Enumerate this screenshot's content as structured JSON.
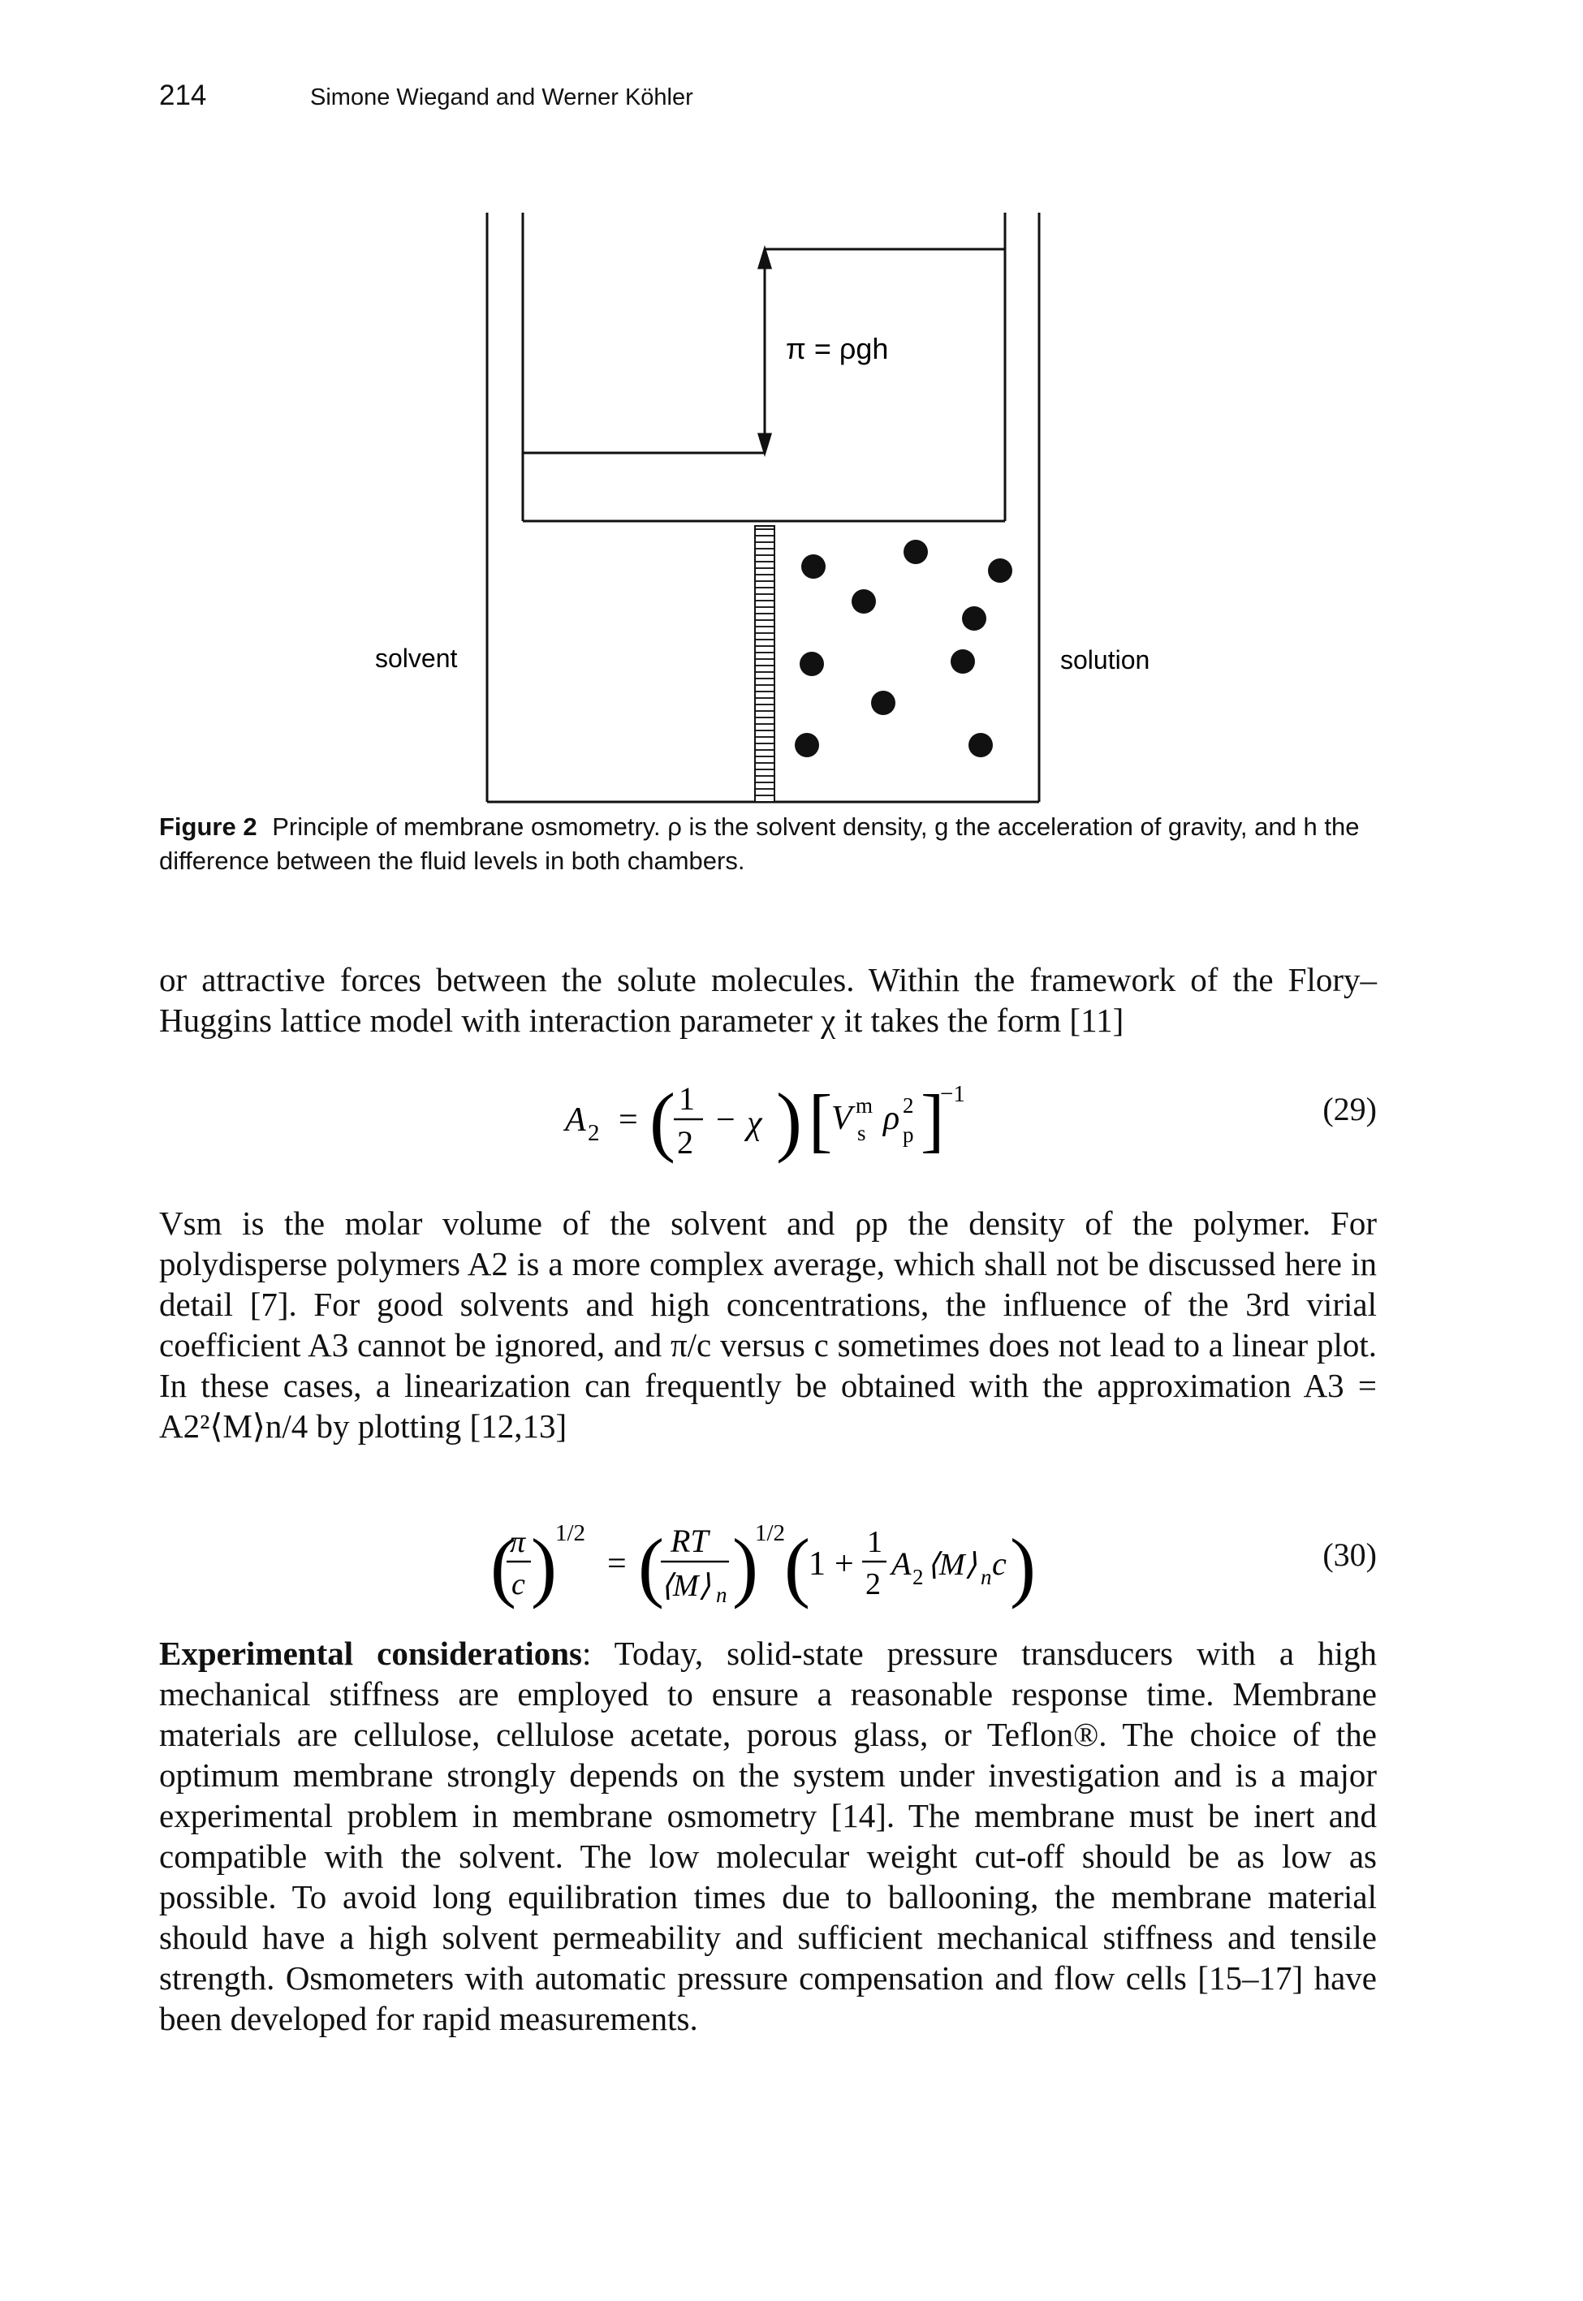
{
  "header": {
    "page_number": "214",
    "running_head": "Simone Wiegand and Werner Köhler"
  },
  "figure": {
    "pressure_label": "π = ρgh",
    "solvent_label": "solvent",
    "solution_label": "solution",
    "caption_label": "Figure 2",
    "caption_text": "Principle of membrane osmometry. ρ is the solvent density, g the acceleration of gravity, and h the difference between the fluid levels in both chambers."
  },
  "paragraphs": {
    "p1": "or attractive forces between the solute molecules. Within the framework of the Flory–Huggins lattice model with interaction parameter χ it takes the form [11]",
    "p2": "Vsm is the molar volume of the solvent and ρp the density of the polymer. For polydisperse polymers A2 is a more complex average, which shall not be discussed here in detail [7]. For good solvents and high concentrations, the influence of the 3rd virial coefficient A3 cannot be ignored, and π/c versus c sometimes does not lead to a linear plot. In these cases, a linearization can frequently be obtained with the approximation A3 = A2²⟨M⟩n/4 by plotting [12,13]",
    "p3_lead": "Experimental considerations",
    "p3_text": ": Today, solid-state pressure transducers with a high mechanical stiffness are employed to ensure a reasonable response time. Membrane materials are cellulose, cellulose acetate, porous glass, or Teflon®. The choice of the optimum membrane strongly depends on the system under investigation and is a major experimental problem in membrane osmometry [14]. The membrane must be inert and compatible with the solvent. The low molecular weight cut-off should be as low as possible. To avoid long equilibration times due to ballooning, the membrane material should have a high solvent permeability and sufficient mechanical stiffness and tensile strength. Osmometers with automatic pressure compensation and flow cells [15–17] have been developed for rapid measurements."
  },
  "equations": {
    "eq29": {
      "number": "(29)",
      "A": "A",
      "sub2": "2",
      "equals": "=",
      "one": "1",
      "two": "2",
      "minus": "−",
      "chi": "χ",
      "V": "V",
      "m": "m",
      "s": "s",
      "rho": "ρ",
      "sq": "2",
      "p": "p",
      "exp": "−1"
    },
    "eq30": {
      "number": "(30)",
      "pi": "π",
      "c": "c",
      "half": "1/2",
      "equals": "=",
      "RT": "RT",
      "M": "⟨M⟩",
      "n": "n",
      "one": "1",
      "plus": "+",
      "two": "2",
      "A": "A",
      "sub2": "2"
    }
  }
}
